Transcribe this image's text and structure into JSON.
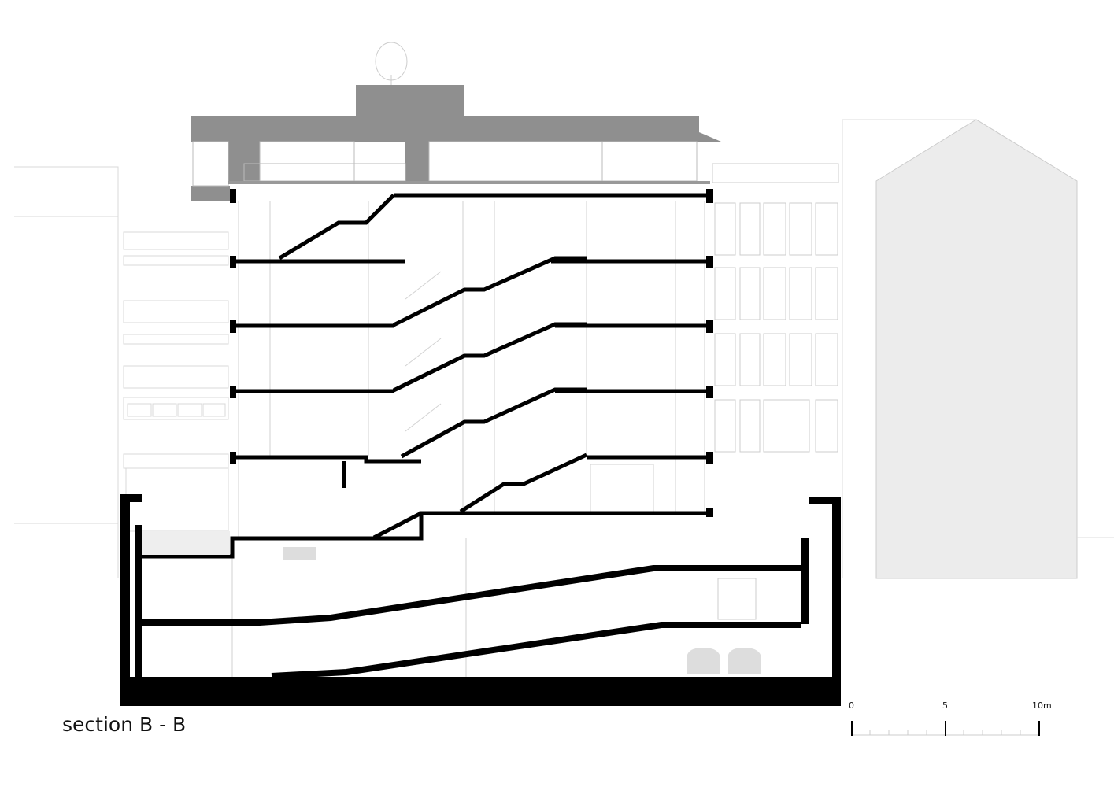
{
  "drawing": {
    "title": "section B - B",
    "scale_bar": {
      "labels": [
        "0",
        "5",
        "10m"
      ],
      "unit": "m",
      "max": 10,
      "major_ticks": [
        0,
        5,
        10
      ],
      "minor_divisions": 10
    }
  },
  "colors": {
    "cut": "#000000",
    "roof": "#8f8f8f",
    "neighbor": "#ececec",
    "line": "#c8c8c8"
  }
}
